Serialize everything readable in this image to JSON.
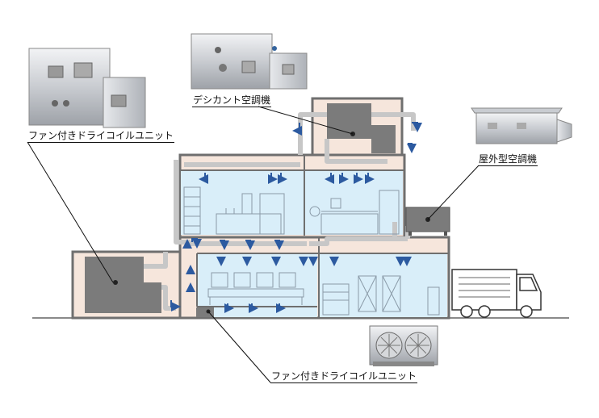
{
  "labels": {
    "top_left_unit": "ファン付きドライコイルユニット",
    "desiccant": "デシカント空調機",
    "outdoor": "屋外型空調機",
    "bottom_unit": "ファン付きドライコイルユニット"
  },
  "colors": {
    "wall": "#6f6f6f",
    "interior_warm": "#f6e6dc",
    "interior_cool": "#d9eef9",
    "duct": "#c7c7c7",
    "arrow": "#2c5aa0",
    "equipment": "#7b7b7b",
    "line_art": "#8a9aa8"
  },
  "icons": {
    "airflow": "airflow-arrow-icon",
    "truck": "delivery-truck-icon",
    "fan": "fan-icon"
  }
}
